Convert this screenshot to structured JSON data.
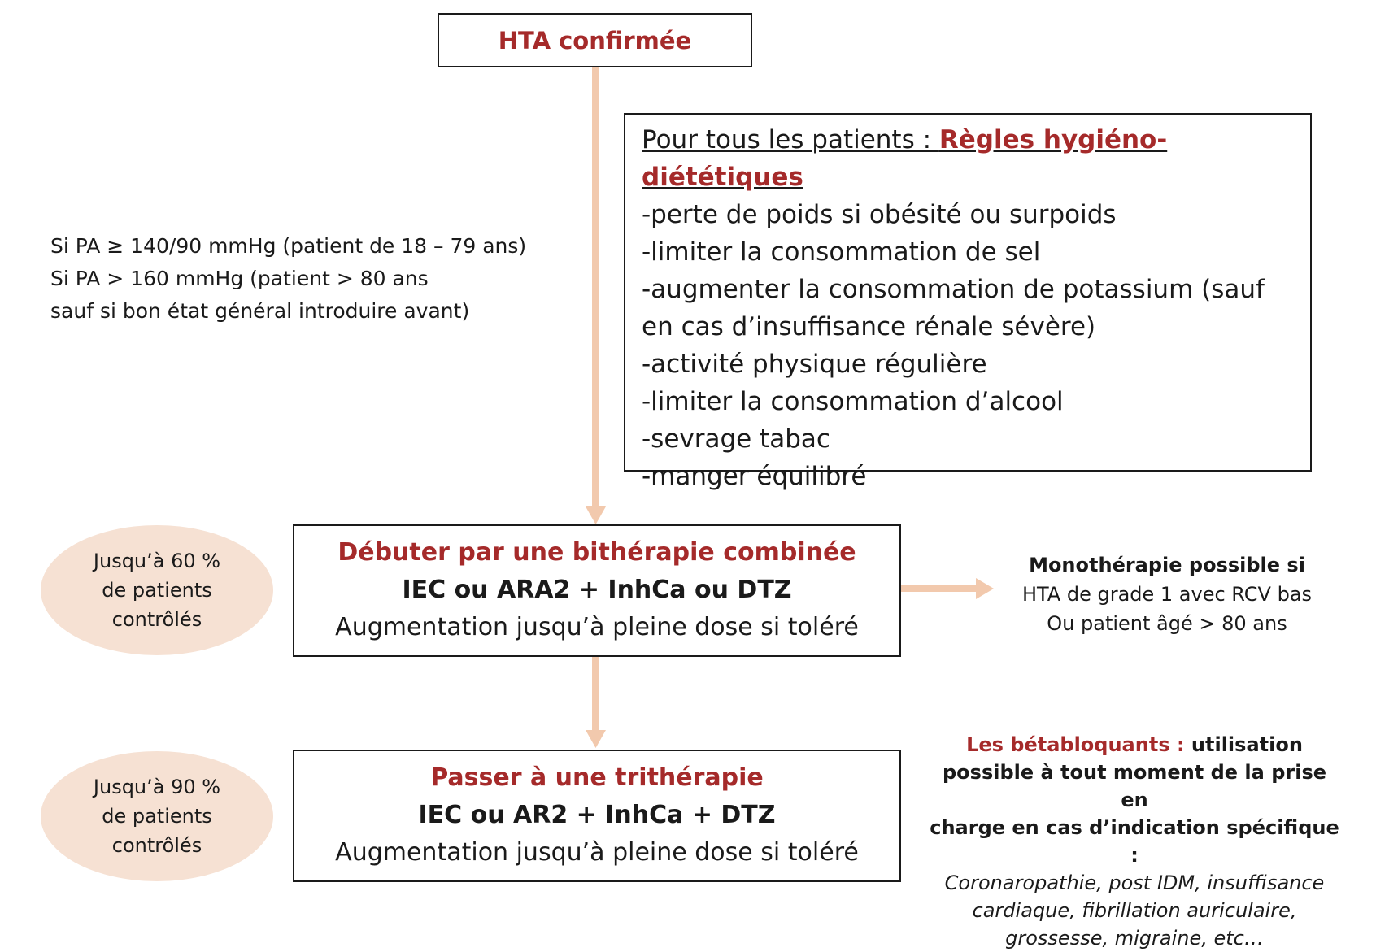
{
  "top": {
    "title": "HTA confirmée"
  },
  "criteria": {
    "lines": [
      "Si PA ≥ 140/90  mmHg (patient de 18 – 79 ans)",
      "Si PA > 160 mmHg (patient > 80 ans",
      "sauf si bon état général introduire avant)"
    ]
  },
  "rules": {
    "prefix": "Pour tous les patients : ",
    "title": "Règles hygiéno-diététiques",
    "items": [
      "-perte de poids si obésité ou surpoids",
      "-limiter la consommation de sel",
      "-augmenter la consommation de potassium (sauf",
      "en cas d’insuffisance rénale sévère)",
      "-activité physique régulière",
      "-limiter la consommation d’alcool",
      "-sevrage tabac",
      "-manger équilibré"
    ]
  },
  "step1": {
    "title": "Débuter par une bithérapie combinée",
    "drugs": "IEC ou ARA2 + InhCa ou DTZ",
    "note": "Augmentation jusqu’à pleine dose si toléré"
  },
  "step2": {
    "title": "Passer à une trithérapie",
    "drugs": "IEC ou AR2 + InhCa + DTZ",
    "note": "Augmentation jusqu’à pleine dose si toléré"
  },
  "ellipse1": {
    "lines": [
      "Jusqu’à 60 %",
      "de patients",
      "contrôlés"
    ]
  },
  "ellipse2": {
    "lines": [
      "Jusqu’à 90 %",
      "de patients",
      "contrôlés"
    ]
  },
  "mono": {
    "title": "Monothérapie possible si",
    "lines": [
      "HTA de grade 1 avec RCV bas",
      "Ou patient âgé > 80 ans"
    ]
  },
  "beta": {
    "title": "Les bétabloquants :",
    "text": [
      " utilisation",
      "possible à tout moment de la prise en",
      "charge en cas d’indication spécifique :"
    ],
    "examples": [
      "Coronaropathie, post IDM, insuffisance",
      "cardiaque, fibrillation auriculaire,",
      "grossesse, migraine, etc…"
    ]
  },
  "colors": {
    "accent_red": "#a52a2a",
    "arrow": "#f2c9ad",
    "ellipse_fill": "#f6e1d3"
  }
}
